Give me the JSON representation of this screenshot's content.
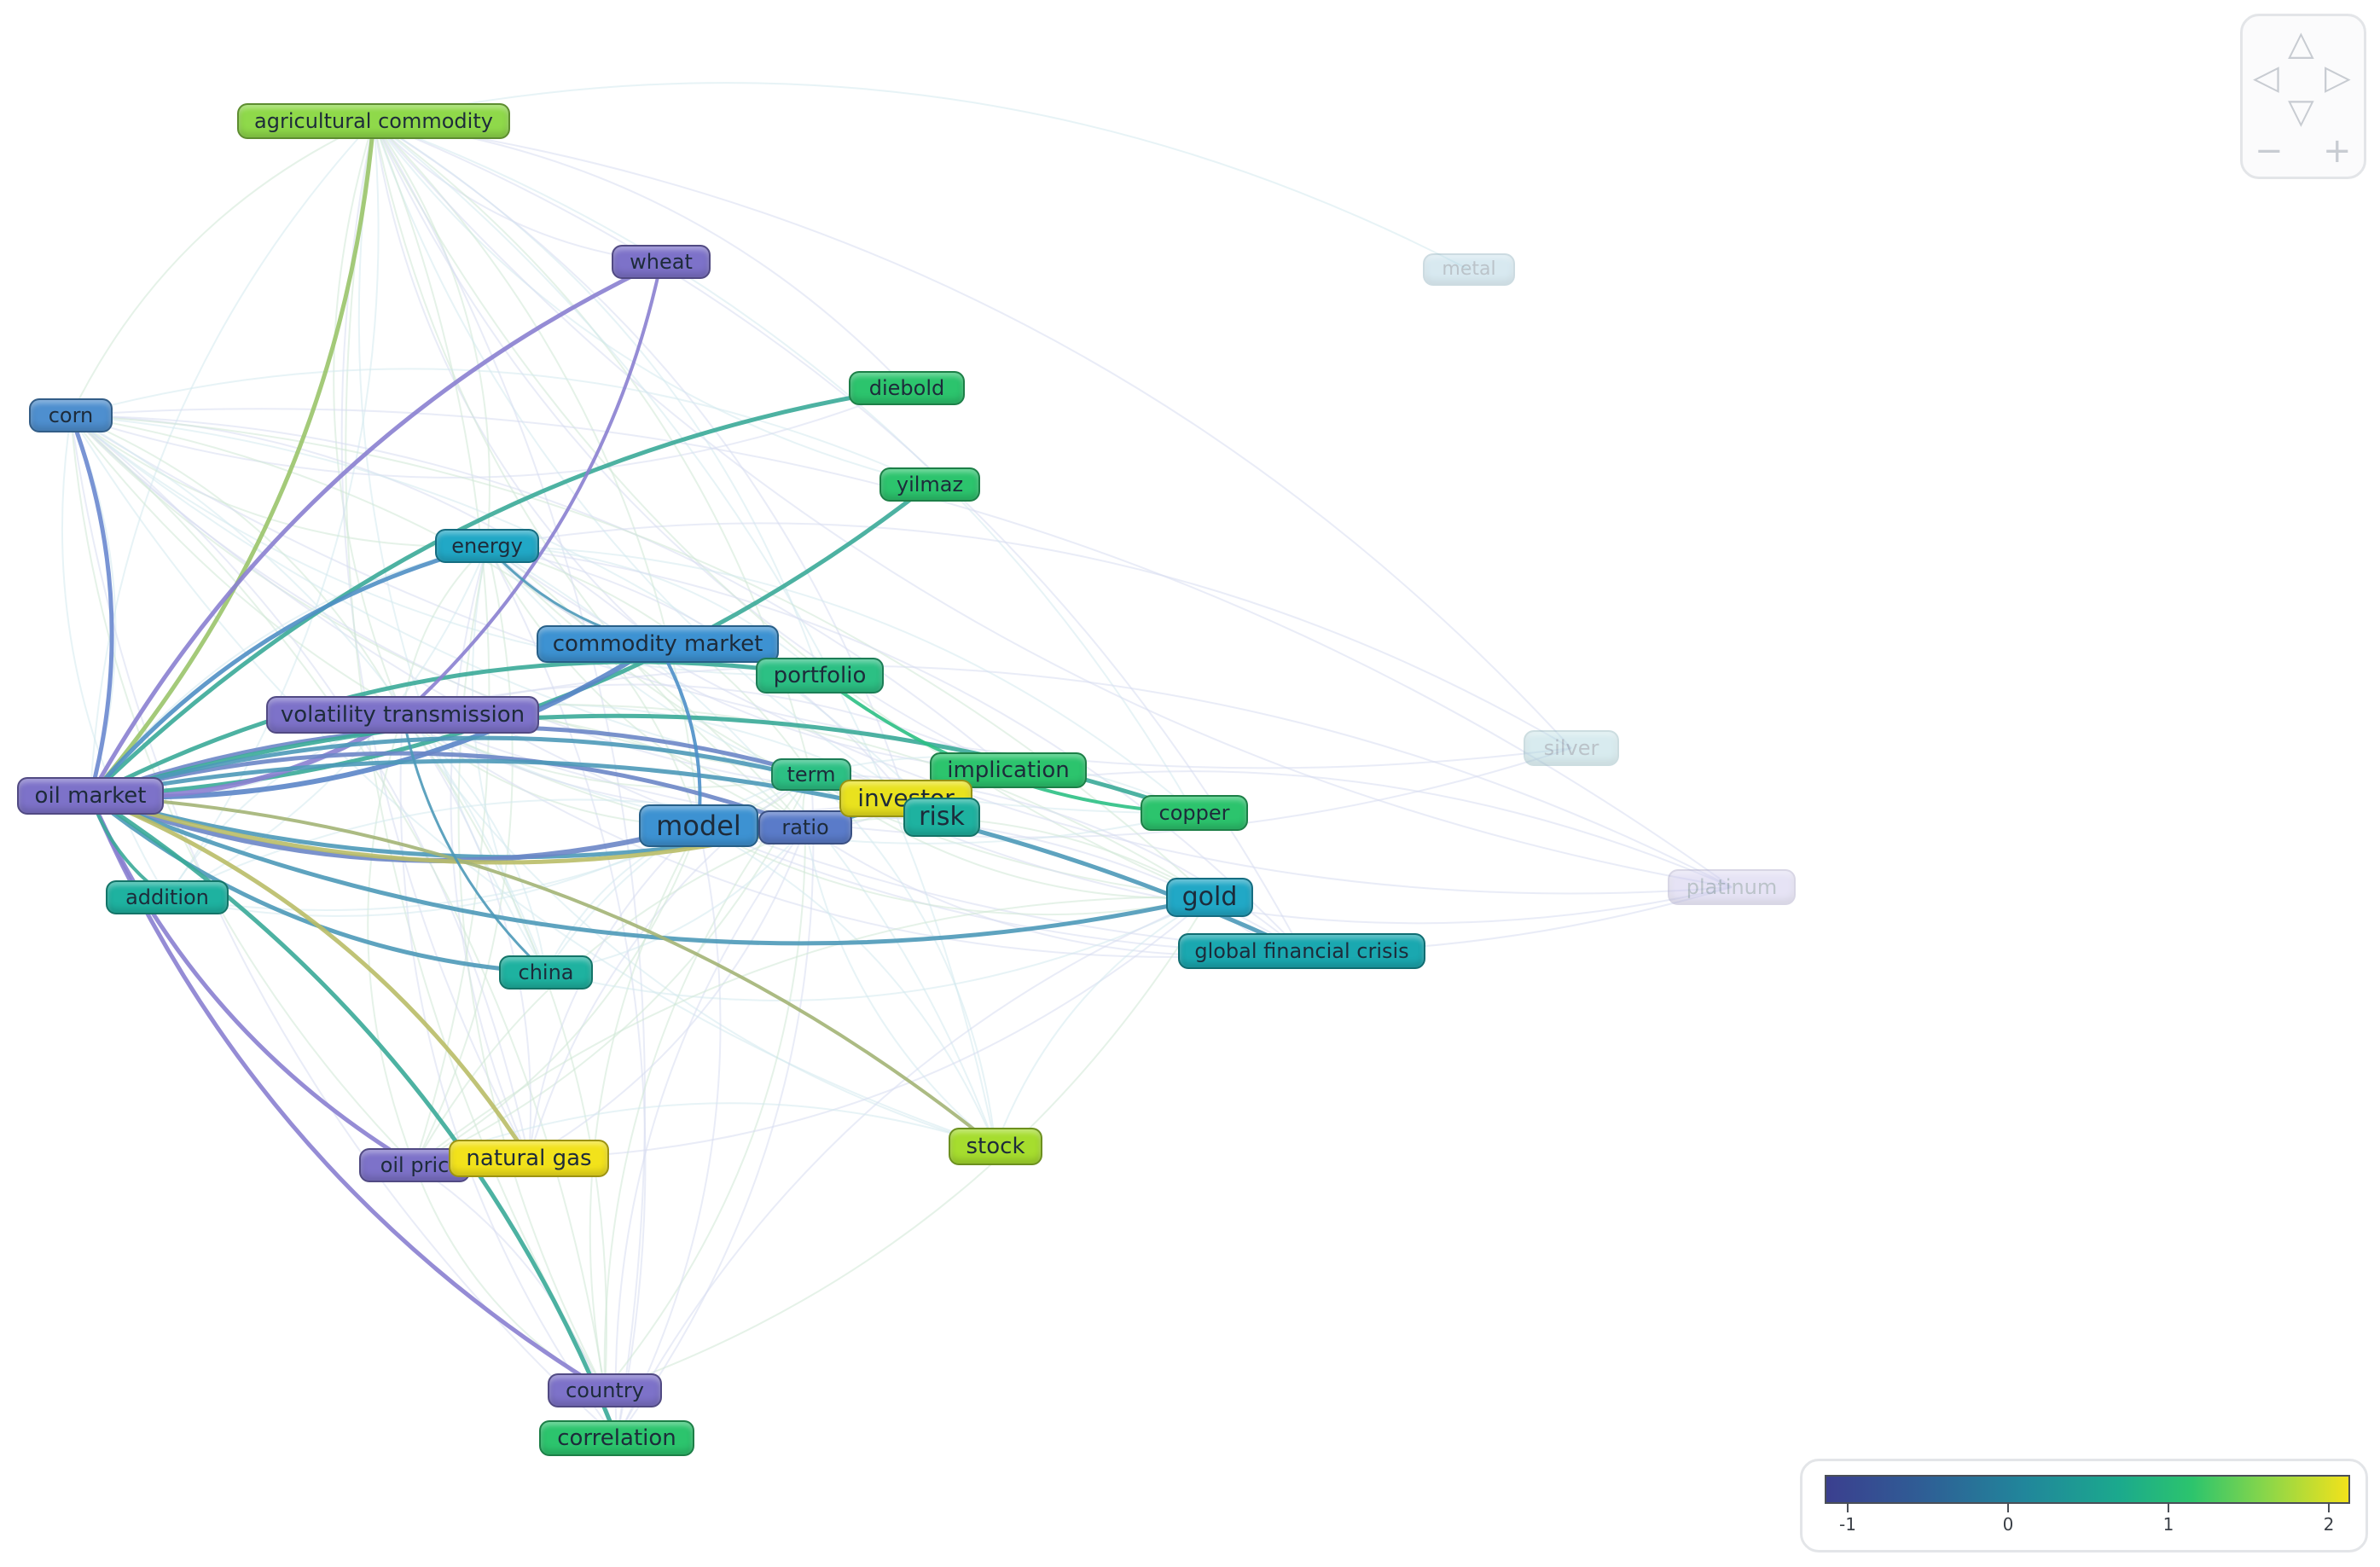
{
  "nodes": [
    {
      "id": "agricultural_commodity",
      "label": "agricultural commodity",
      "color": "#8fd94a"
    },
    {
      "id": "wheat",
      "label": "wheat",
      "color": "#7d72c9"
    },
    {
      "id": "metal",
      "label": "metal",
      "color": "#a9d0e0",
      "faded": true
    },
    {
      "id": "corn",
      "label": "corn",
      "color": "#4e8fcf"
    },
    {
      "id": "diebold",
      "label": "diebold",
      "color": "#2cc46d"
    },
    {
      "id": "yilmaz",
      "label": "yilmaz",
      "color": "#2cc46d"
    },
    {
      "id": "energy",
      "label": "energy",
      "color": "#21a8c6"
    },
    {
      "id": "commodity_market",
      "label": "commodity market",
      "color": "#3d92d2"
    },
    {
      "id": "portfolio",
      "label": "portfolio",
      "color": "#2cc084"
    },
    {
      "id": "volatility_transmission",
      "label": "volatility transmission",
      "color": "#7d72c9"
    },
    {
      "id": "silver",
      "label": "silver",
      "color": "#a9d4dc",
      "faded": true
    },
    {
      "id": "oil_market",
      "label": "oil market",
      "color": "#7d72c9"
    },
    {
      "id": "term",
      "label": "term",
      "color": "#2cc084"
    },
    {
      "id": "implication",
      "label": "implication",
      "color": "#2cc46d"
    },
    {
      "id": "copper",
      "label": "copper",
      "color": "#2cc46d"
    },
    {
      "id": "hedge_ratio",
      "label": "ratio",
      "color": "#5a7bc9"
    },
    {
      "id": "investor",
      "label": "investor",
      "color": "#e9e21e"
    },
    {
      "id": "risk",
      "label": "risk",
      "color": "#1eb2a0"
    },
    {
      "id": "model",
      "label": "model",
      "color": "#3d92d2"
    },
    {
      "id": "platinum",
      "label": "platinum",
      "color": "#c9c3ea",
      "faded": true
    },
    {
      "id": "addition",
      "label": "addition",
      "color": "#1eb2a0"
    },
    {
      "id": "gold",
      "label": "gold",
      "color": "#21a8c6"
    },
    {
      "id": "global_financial_crisis",
      "label": "global financial crisis",
      "color": "#1aa8b0"
    },
    {
      "id": "china",
      "label": "china",
      "color": "#1eb2a0"
    },
    {
      "id": "oil_price",
      "label": "oil pric",
      "color": "#7d72c9"
    },
    {
      "id": "natural_gas",
      "label": "natural gas",
      "color": "#f2e21b"
    },
    {
      "id": "stock",
      "label": "stock",
      "color": "#a6dd2e"
    },
    {
      "id": "country",
      "label": "country",
      "color": "#7d72c9"
    },
    {
      "id": "correlation",
      "label": "correlation",
      "color": "#2cc46d"
    }
  ],
  "links": [
    [
      "oil_market",
      "agricultural_commodity",
      "#9ac46a",
      5
    ],
    [
      "oil_market",
      "wheat",
      "#8a7fd0",
      5
    ],
    [
      "oil_market",
      "corn",
      "#6a88cf",
      5
    ],
    [
      "oil_market",
      "diebold",
      "#3aaa98",
      5
    ],
    [
      "oil_market",
      "yilmaz",
      "#3aaa98",
      5
    ],
    [
      "oil_market",
      "energy",
      "#4f8fc4",
      5
    ],
    [
      "oil_market",
      "commodity_market",
      "#5b85c8",
      6
    ],
    [
      "oil_market",
      "portfolio",
      "#3aaa98",
      5
    ],
    [
      "oil_market",
      "volatility_transmission",
      "#8a7fd0",
      6
    ],
    [
      "oil_market",
      "term",
      "#6b86c6",
      5
    ],
    [
      "oil_market",
      "implication",
      "#4d99b8",
      5
    ],
    [
      "oil_market",
      "copper",
      "#3aaa98",
      5
    ],
    [
      "oil_market",
      "model",
      "#6b86c6",
      6
    ],
    [
      "oil_market",
      "hedge_ratio",
      "#6b86c6",
      5
    ],
    [
      "oil_market",
      "investor",
      "#b9bd67",
      5
    ],
    [
      "oil_market",
      "risk",
      "#4d99b8",
      5
    ],
    [
      "oil_market",
      "gold",
      "#4d99b8",
      5
    ],
    [
      "oil_market",
      "global_financial_crisis",
      "#4d99b8",
      5
    ],
    [
      "oil_market",
      "china",
      "#4d99b8",
      5
    ],
    [
      "oil_market",
      "stock",
      "#a3b476",
      4
    ],
    [
      "oil_market",
      "oil_price",
      "#8a7fd0",
      5
    ],
    [
      "oil_market",
      "natural_gas",
      "#b9bd67",
      5
    ],
    [
      "oil_market",
      "country",
      "#8a7fd0",
      5
    ],
    [
      "oil_market",
      "correlation",
      "#3aaa98",
      5
    ],
    [
      "oil_market",
      "addition",
      "#3aaa98",
      4
    ],
    [
      "wheat",
      "volatility_transmission",
      "#8a7fd0",
      4
    ],
    [
      "portfolio",
      "copper",
      "#2cc084",
      4
    ],
    [
      "commodity_market",
      "model",
      "#4d8fc8",
      4
    ],
    [
      "energy",
      "commodity_market",
      "#4d99b8",
      3
    ],
    [
      "china",
      "volatility_transmission",
      "#4d99b8",
      3
    ]
  ],
  "legend": {
    "ticks": [
      "-1",
      "0",
      "1",
      "2"
    ]
  },
  "nav": {
    "up": "△",
    "left": "◁",
    "right": "▷",
    "down": "▽",
    "zoom_out": "−",
    "zoom_in": "+"
  }
}
